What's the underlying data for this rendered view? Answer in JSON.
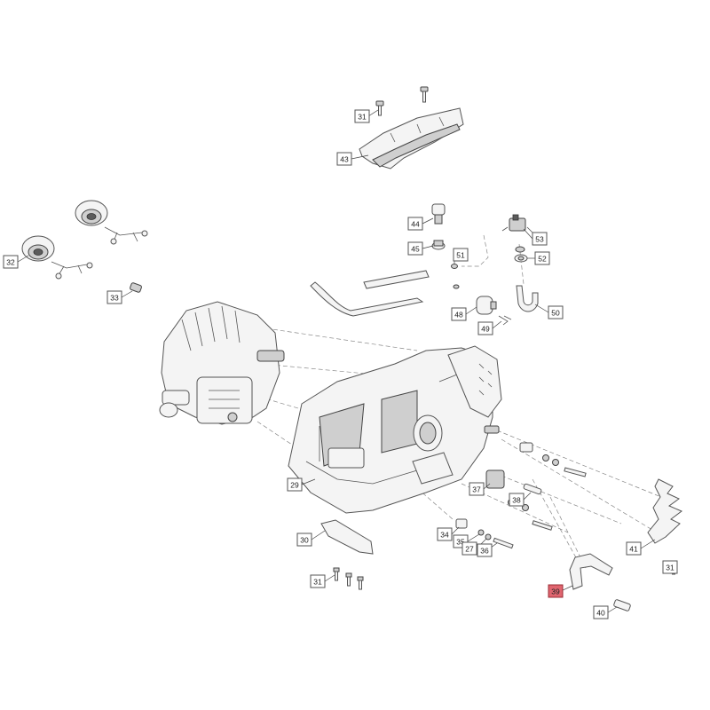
{
  "diagram": {
    "callouts": [
      {
        "id": "c31a",
        "text": "31"
      },
      {
        "id": "c43",
        "text": "43"
      },
      {
        "id": "c44",
        "text": "44"
      },
      {
        "id": "c45",
        "text": "45"
      },
      {
        "id": "c51",
        "text": "51"
      },
      {
        "id": "c53",
        "text": "53"
      },
      {
        "id": "c52",
        "text": "52"
      },
      {
        "id": "c50",
        "text": "50"
      },
      {
        "id": "c48",
        "text": "48"
      },
      {
        "id": "c49",
        "text": "49"
      },
      {
        "id": "c32",
        "text": "32"
      },
      {
        "id": "c33",
        "text": "33"
      },
      {
        "id": "c29",
        "text": "29"
      },
      {
        "id": "c37",
        "text": "37"
      },
      {
        "id": "c38",
        "text": "38"
      },
      {
        "id": "c34",
        "text": "34"
      },
      {
        "id": "c35",
        "text": "35"
      },
      {
        "id": "c27",
        "text": "27"
      },
      {
        "id": "c36",
        "text": "36"
      },
      {
        "id": "c30",
        "text": "30"
      },
      {
        "id": "c31b",
        "text": "31"
      },
      {
        "id": "c41",
        "text": "41"
      },
      {
        "id": "c31c",
        "text": "31"
      },
      {
        "id": "c39",
        "text": "39",
        "highlighted": true
      },
      {
        "id": "c40",
        "text": "40"
      }
    ],
    "highlight_color": "#e0656f"
  }
}
